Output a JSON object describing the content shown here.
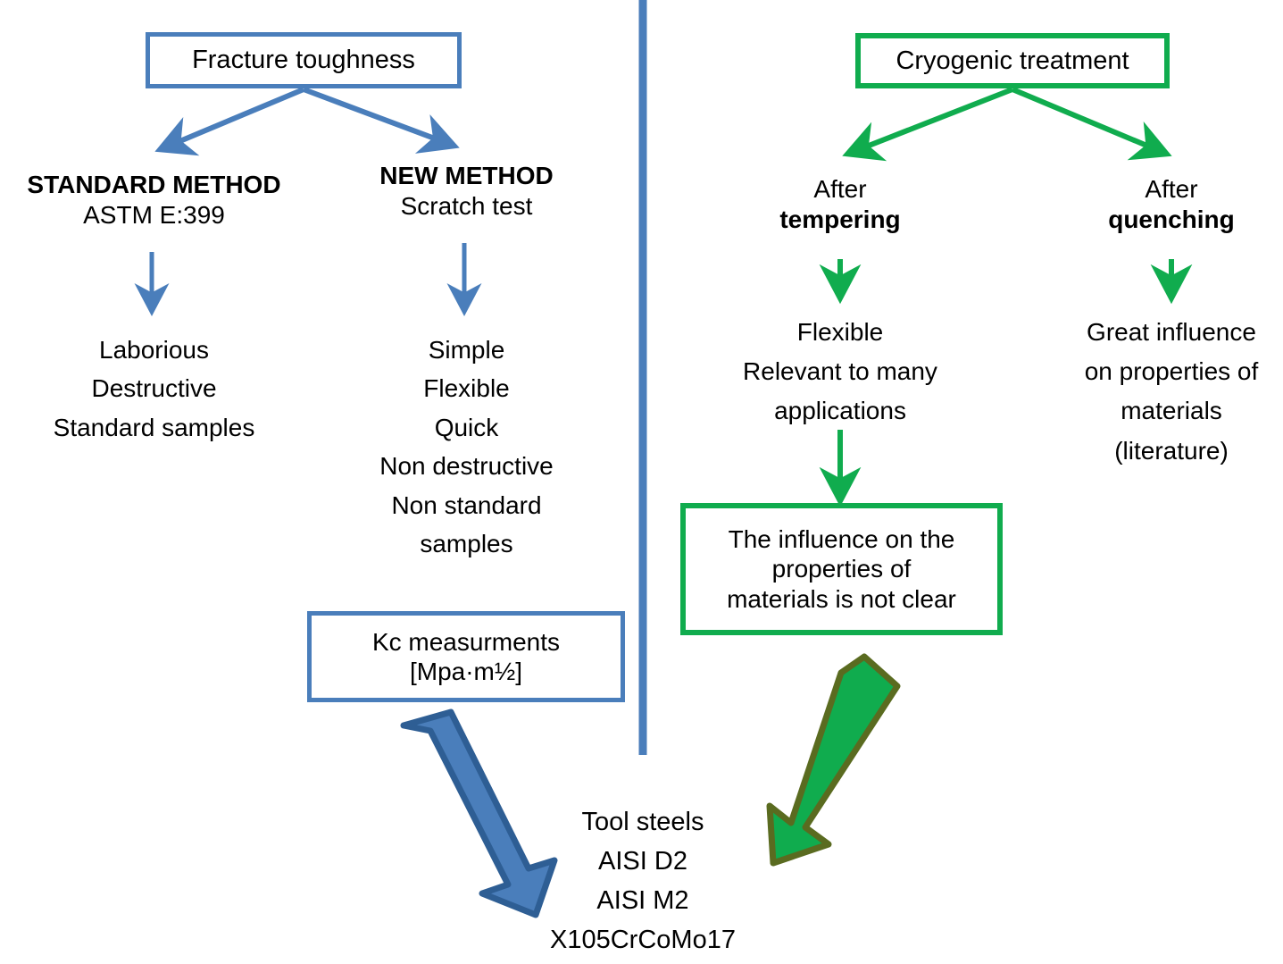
{
  "diagram": {
    "title_left": "Fracture toughness",
    "title_right": "Cryogenic treatment",
    "colors": {
      "blue": "#4a7ebb",
      "green": "#10ac4e",
      "arrow_green_outline": "#5a6b20",
      "arrow_blue_outline": "#2e5e94",
      "text": "#000000",
      "background": "#ffffff"
    }
  },
  "left_branch": {
    "root_label": "Fracture toughness",
    "methods": [
      {
        "heading": "STANDARD METHOD",
        "subheading": "ASTM E:399",
        "attributes": [
          "Laborious",
          "Destructive",
          "Standard samples"
        ]
      },
      {
        "heading": "NEW METHOD",
        "subheading": "Scratch test",
        "attributes": [
          "Simple",
          "Flexible",
          "Quick",
          "Non destructive",
          "Non standard",
          "samples"
        ]
      }
    ],
    "result_box": {
      "line1": "Kc measurments",
      "line2": "[Mpa·m½]"
    }
  },
  "right_branch": {
    "root_label": "Cryogenic treatment",
    "paths": [
      {
        "prefix": "After",
        "stage": "tempering",
        "outcomes": [
          "Flexible",
          "Relevant to many",
          "applications"
        ]
      },
      {
        "prefix": "After",
        "stage": "quenching",
        "outcomes": [
          "Great influence",
          "on properties of",
          "materials",
          "(literature)"
        ]
      }
    ],
    "conclusion_box": {
      "line1": "The influence on the",
      "line2": "properties of",
      "line3": "materials is not clear"
    }
  },
  "footer": {
    "lines": [
      "Tool steels",
      "AISI D2",
      "AISI M2",
      "X105CrCoMo17"
    ]
  }
}
